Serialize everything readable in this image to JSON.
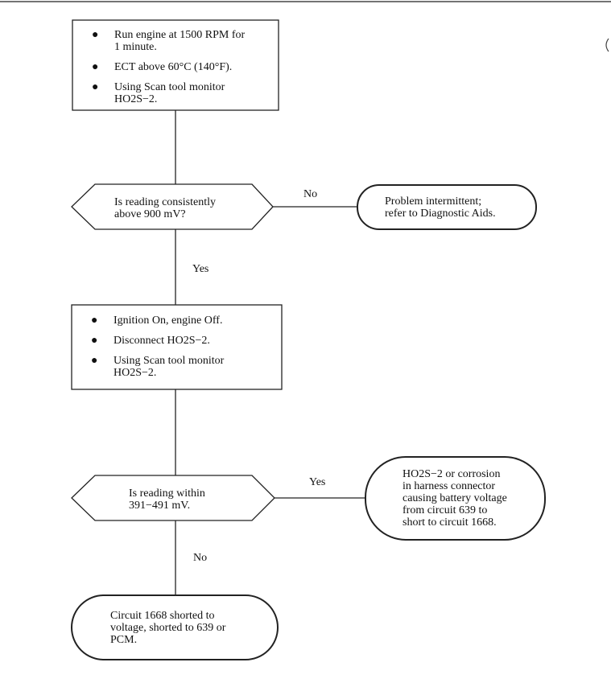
{
  "flowchart": {
    "step1": {
      "bullets": [
        "Run engine at 1500 RPM for\n1 minute.",
        "ECT above 60°C (140°F).",
        "Using Scan tool monitor\nHO2S−2."
      ]
    },
    "decision1": {
      "text": "Is reading consistently\nabove 900 mV?"
    },
    "result1": {
      "text": "Problem intermittent;\nrefer to Diagnostic Aids."
    },
    "edge_no_1": "No",
    "edge_yes_1": "Yes",
    "step2": {
      "bullets": [
        "Ignition On, engine Off.",
        "Disconnect HO2S−2.",
        "Using Scan tool monitor\nHO2S−2."
      ]
    },
    "decision2": {
      "text": "Is reading within\n391−491 mV."
    },
    "result2": {
      "text": "HO2S−2 or corrosion\nin harness connector\ncausing battery voltage\nfrom circuit 639 to\nshort to circuit 1668."
    },
    "edge_yes_2": "Yes",
    "edge_no_2": "No",
    "result3": {
      "text": "Circuit 1668 shorted to\nvoltage, shorted to 639 or\nPCM."
    }
  }
}
